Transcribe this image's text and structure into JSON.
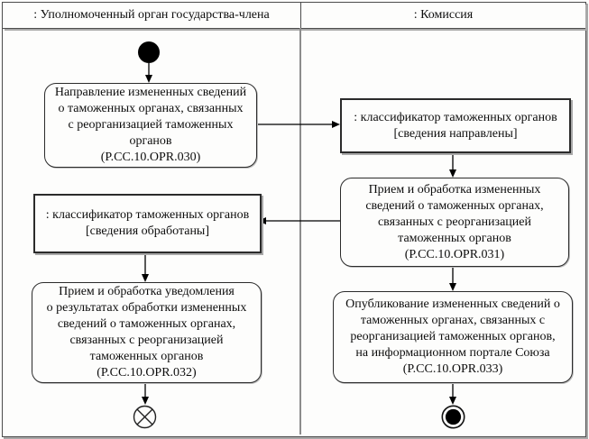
{
  "lanes": [
    {
      "title": ": Уполномоченный орган государства-члена"
    },
    {
      "title": ": Комиссия"
    }
  ],
  "nodes": {
    "action_030": {
      "text": "Направление измененных сведений\nо таможенных органах, связанных\nс реорганизацией таможенных\nорганов\n(P.CC.10.OPR.030)"
    },
    "object_sent": {
      "text": ": классификатор таможенных органов\n[сведения направлены]"
    },
    "action_031": {
      "text": "Прием и обработка измененных\nсведений о таможенных органах,\nсвязанных с реорганизацией\nтаможенных органов\n(P.CC.10.OPR.031)"
    },
    "object_processed": {
      "text": ": классификатор таможенных органов\n[сведения обработаны]"
    },
    "action_032": {
      "text": "Прием и обработка уведомления\nо результатах обработки измененных\nсведений о таможенных органах,\nсвязанных с реорганизацией\nтаможенных органов\n(P.CC.10.OPR.032)"
    },
    "action_033": {
      "text": "Опубликование измененных сведений о\nтаможенных органах, связанных с\nреорганизацией таможенных органов,\nна информационном портале Союза\n(P.CC.10.OPR.033)"
    }
  },
  "colors": {
    "line": "#000000",
    "border": "#4c4c4c",
    "border-box": "#2b2b2b",
    "lane": "#8c8c8c",
    "shadow": "#a8a8a8"
  }
}
